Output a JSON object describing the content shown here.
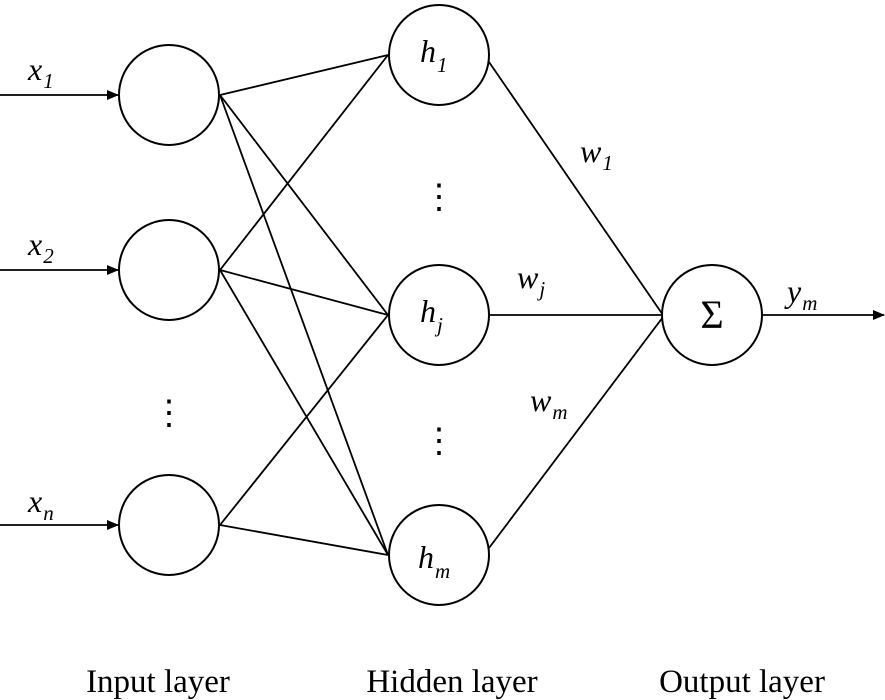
{
  "inputs": [
    {
      "symbol": "x",
      "sub": "1"
    },
    {
      "symbol": "x",
      "sub": "2"
    },
    {
      "symbol": "x",
      "sub": "n"
    }
  ],
  "hidden": [
    {
      "symbol": "h",
      "sub": "1"
    },
    {
      "symbol": "h",
      "sub": "j"
    },
    {
      "symbol": "h",
      "sub": "m"
    }
  ],
  "weights": [
    {
      "symbol": "w",
      "sub": "1"
    },
    {
      "symbol": "w",
      "sub": "j"
    },
    {
      "symbol": "w",
      "sub": "m"
    }
  ],
  "output": {
    "node_symbol": "Σ",
    "symbol": "y",
    "sub": "m"
  },
  "ellipsis": "⋮",
  "layers": {
    "input": "Input layer",
    "hidden": "Hidden layer",
    "output": "Output layer"
  }
}
